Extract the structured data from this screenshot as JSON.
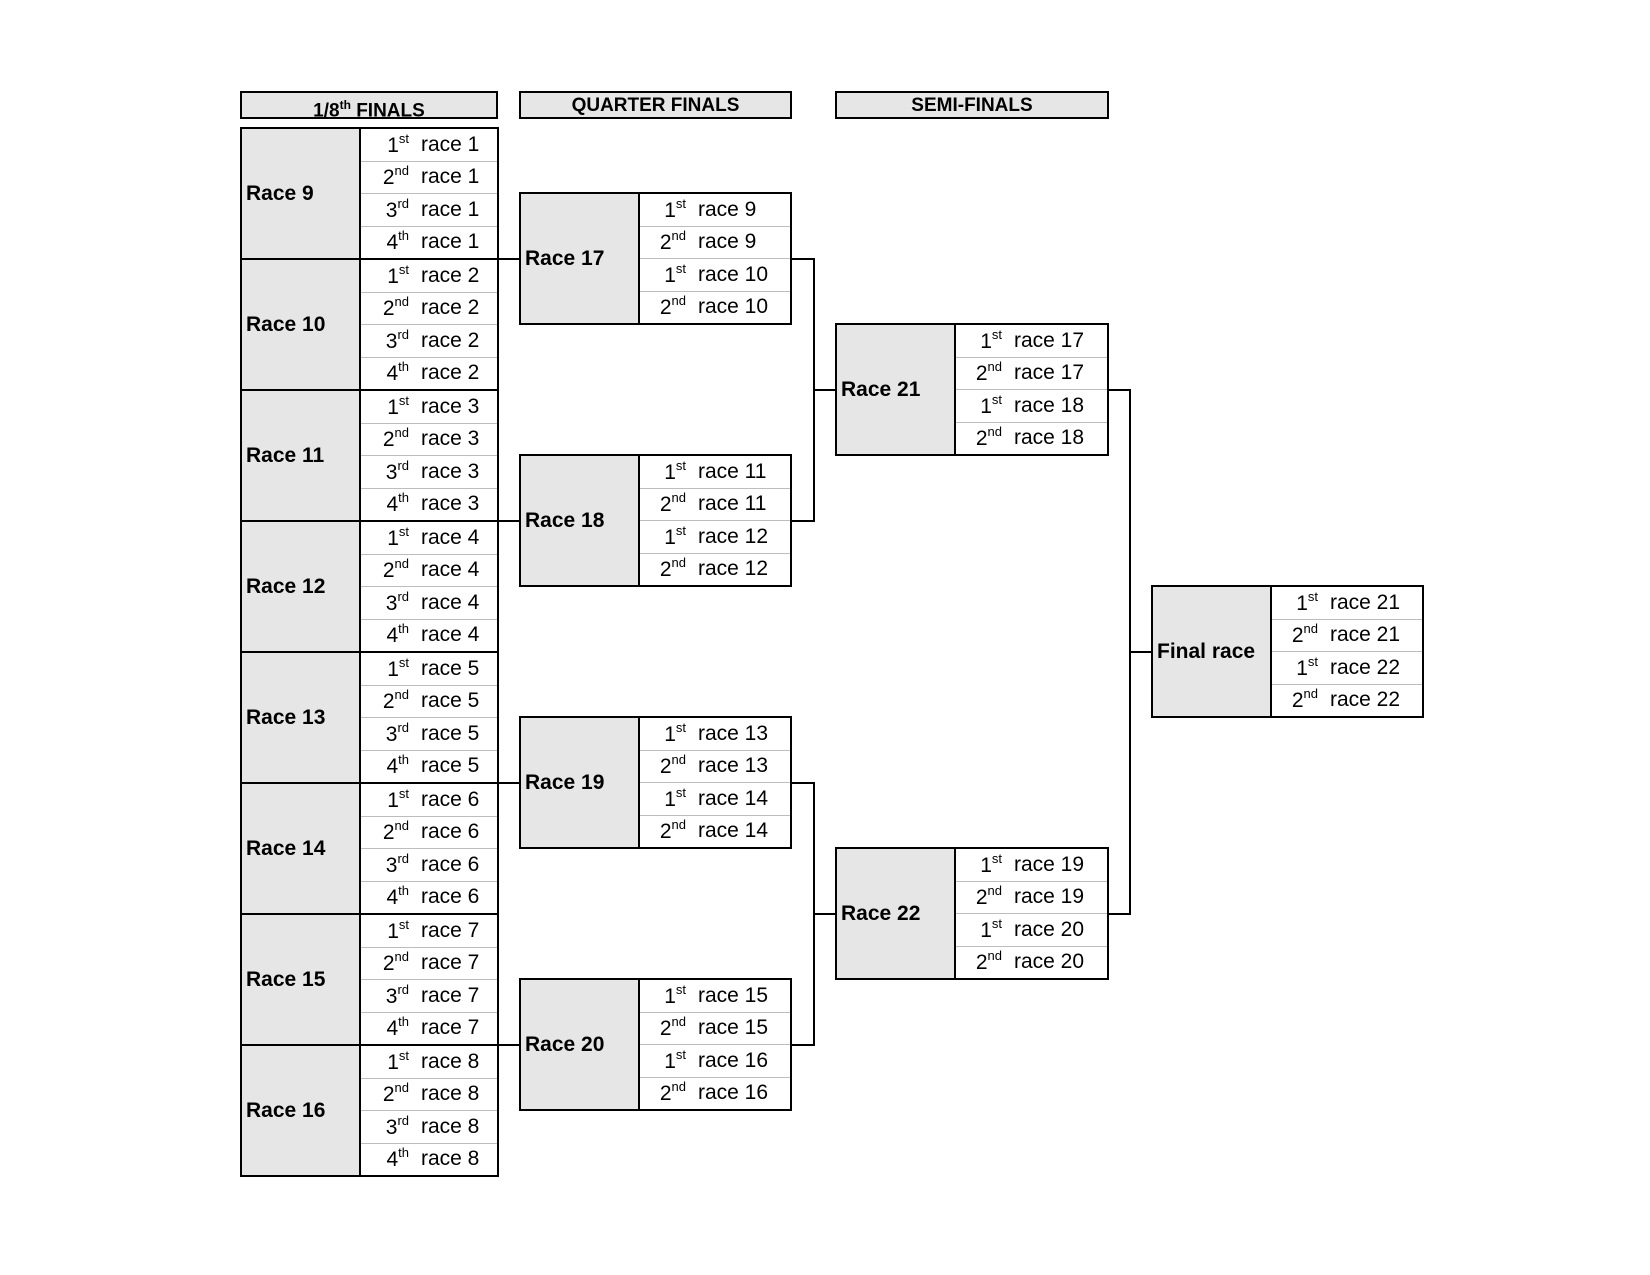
{
  "headers": [
    {
      "id": "r16",
      "main": "1/8",
      "sup": "th",
      "rest": " FINALS"
    },
    {
      "id": "qf",
      "main": "QUARTER FINALS",
      "sup": "",
      "rest": ""
    },
    {
      "id": "sf",
      "main": "SEMI-FINALS",
      "sup": "",
      "rest": ""
    }
  ],
  "rounds": [
    {
      "round": "1/8 finals",
      "races": [
        {
          "name": "Race 9",
          "entries": [
            {
              "num": "1",
              "suf": "st",
              "src": "race 1"
            },
            {
              "num": "2",
              "suf": "nd",
              "src": "race 1"
            },
            {
              "num": "3",
              "suf": "rd",
              "src": "race 1"
            },
            {
              "num": "4",
              "suf": "th",
              "src": "race 1"
            }
          ]
        },
        {
          "name": "Race 10",
          "entries": [
            {
              "num": "1",
              "suf": "st",
              "src": "race 2"
            },
            {
              "num": "2",
              "suf": "nd",
              "src": "race 2"
            },
            {
              "num": "3",
              "suf": "rd",
              "src": "race 2"
            },
            {
              "num": "4",
              "suf": "th",
              "src": "race 2"
            }
          ]
        },
        {
          "name": "Race 11",
          "entries": [
            {
              "num": "1",
              "suf": "st",
              "src": "race 3"
            },
            {
              "num": "2",
              "suf": "nd",
              "src": "race 3"
            },
            {
              "num": "3",
              "suf": "rd",
              "src": "race 3"
            },
            {
              "num": "4",
              "suf": "th",
              "src": "race 3"
            }
          ]
        },
        {
          "name": "Race 12",
          "entries": [
            {
              "num": "1",
              "suf": "st",
              "src": "race 4"
            },
            {
              "num": "2",
              "suf": "nd",
              "src": "race 4"
            },
            {
              "num": "3",
              "suf": "rd",
              "src": "race 4"
            },
            {
              "num": "4",
              "suf": "th",
              "src": "race 4"
            }
          ]
        },
        {
          "name": "Race 13",
          "entries": [
            {
              "num": "1",
              "suf": "st",
              "src": "race 5"
            },
            {
              "num": "2",
              "suf": "nd",
              "src": "race 5"
            },
            {
              "num": "3",
              "suf": "rd",
              "src": "race 5"
            },
            {
              "num": "4",
              "suf": "th",
              "src": "race 5"
            }
          ]
        },
        {
          "name": "Race 14",
          "entries": [
            {
              "num": "1",
              "suf": "st",
              "src": "race 6"
            },
            {
              "num": "2",
              "suf": "nd",
              "src": "race 6"
            },
            {
              "num": "3",
              "suf": "rd",
              "src": "race 6"
            },
            {
              "num": "4",
              "suf": "th",
              "src": "race 6"
            }
          ]
        },
        {
          "name": "Race 15",
          "entries": [
            {
              "num": "1",
              "suf": "st",
              "src": "race 7"
            },
            {
              "num": "2",
              "suf": "nd",
              "src": "race 7"
            },
            {
              "num": "3",
              "suf": "rd",
              "src": "race 7"
            },
            {
              "num": "4",
              "suf": "th",
              "src": "race 7"
            }
          ]
        },
        {
          "name": "Race 16",
          "entries": [
            {
              "num": "1",
              "suf": "st",
              "src": "race 8"
            },
            {
              "num": "2",
              "suf": "nd",
              "src": "race 8"
            },
            {
              "num": "3",
              "suf": "rd",
              "src": "race 8"
            },
            {
              "num": "4",
              "suf": "th",
              "src": "race 8"
            }
          ]
        }
      ]
    },
    {
      "round": "quarter finals",
      "races": [
        {
          "name": "Race 17",
          "entries": [
            {
              "num": "1",
              "suf": "st",
              "src": "race 9"
            },
            {
              "num": "2",
              "suf": "nd",
              "src": "race 9"
            },
            {
              "num": "1",
              "suf": "st",
              "src": "race 10"
            },
            {
              "num": "2",
              "suf": "nd",
              "src": "race 10"
            }
          ]
        },
        {
          "name": "Race 18",
          "entries": [
            {
              "num": "1",
              "suf": "st",
              "src": "race 11"
            },
            {
              "num": "2",
              "suf": "nd",
              "src": "race 11"
            },
            {
              "num": "1",
              "suf": "st",
              "src": "race 12"
            },
            {
              "num": "2",
              "suf": "nd",
              "src": "race 12"
            }
          ]
        },
        {
          "name": "Race 19",
          "entries": [
            {
              "num": "1",
              "suf": "st",
              "src": "race 13"
            },
            {
              "num": "2",
              "suf": "nd",
              "src": "race 13"
            },
            {
              "num": "1",
              "suf": "st",
              "src": "race 14"
            },
            {
              "num": "2",
              "suf": "nd",
              "src": "race 14"
            }
          ]
        },
        {
          "name": "Race 20",
          "entries": [
            {
              "num": "1",
              "suf": "st",
              "src": "race 15"
            },
            {
              "num": "2",
              "suf": "nd",
              "src": "race 15"
            },
            {
              "num": "1",
              "suf": "st",
              "src": "race 16"
            },
            {
              "num": "2",
              "suf": "nd",
              "src": "race 16"
            }
          ]
        }
      ]
    },
    {
      "round": "semi-finals",
      "races": [
        {
          "name": "Race 21",
          "entries": [
            {
              "num": "1",
              "suf": "st",
              "src": "race 17"
            },
            {
              "num": "2",
              "suf": "nd",
              "src": "race 17"
            },
            {
              "num": "1",
              "suf": "st",
              "src": "race 18"
            },
            {
              "num": "2",
              "suf": "nd",
              "src": "race 18"
            }
          ]
        },
        {
          "name": "Race 22",
          "entries": [
            {
              "num": "1",
              "suf": "st",
              "src": "race 19"
            },
            {
              "num": "2",
              "suf": "nd",
              "src": "race 19"
            },
            {
              "num": "1",
              "suf": "st",
              "src": "race 20"
            },
            {
              "num": "2",
              "suf": "nd",
              "src": "race 20"
            }
          ]
        }
      ]
    },
    {
      "round": "final",
      "races": [
        {
          "name": "Final race",
          "entries": [
            {
              "num": "1",
              "suf": "st",
              "src": "race 21"
            },
            {
              "num": "2",
              "suf": "nd",
              "src": "race 21"
            },
            {
              "num": "1",
              "suf": "st",
              "src": "race 22"
            },
            {
              "num": "2",
              "suf": "nd",
              "src": "race 22"
            }
          ]
        }
      ]
    }
  ],
  "colors": {
    "header_fill": "#e6e6e6",
    "label_fill": "#e6e6e6",
    "row_divider": "#bdbdbd",
    "border": "#000000"
  }
}
